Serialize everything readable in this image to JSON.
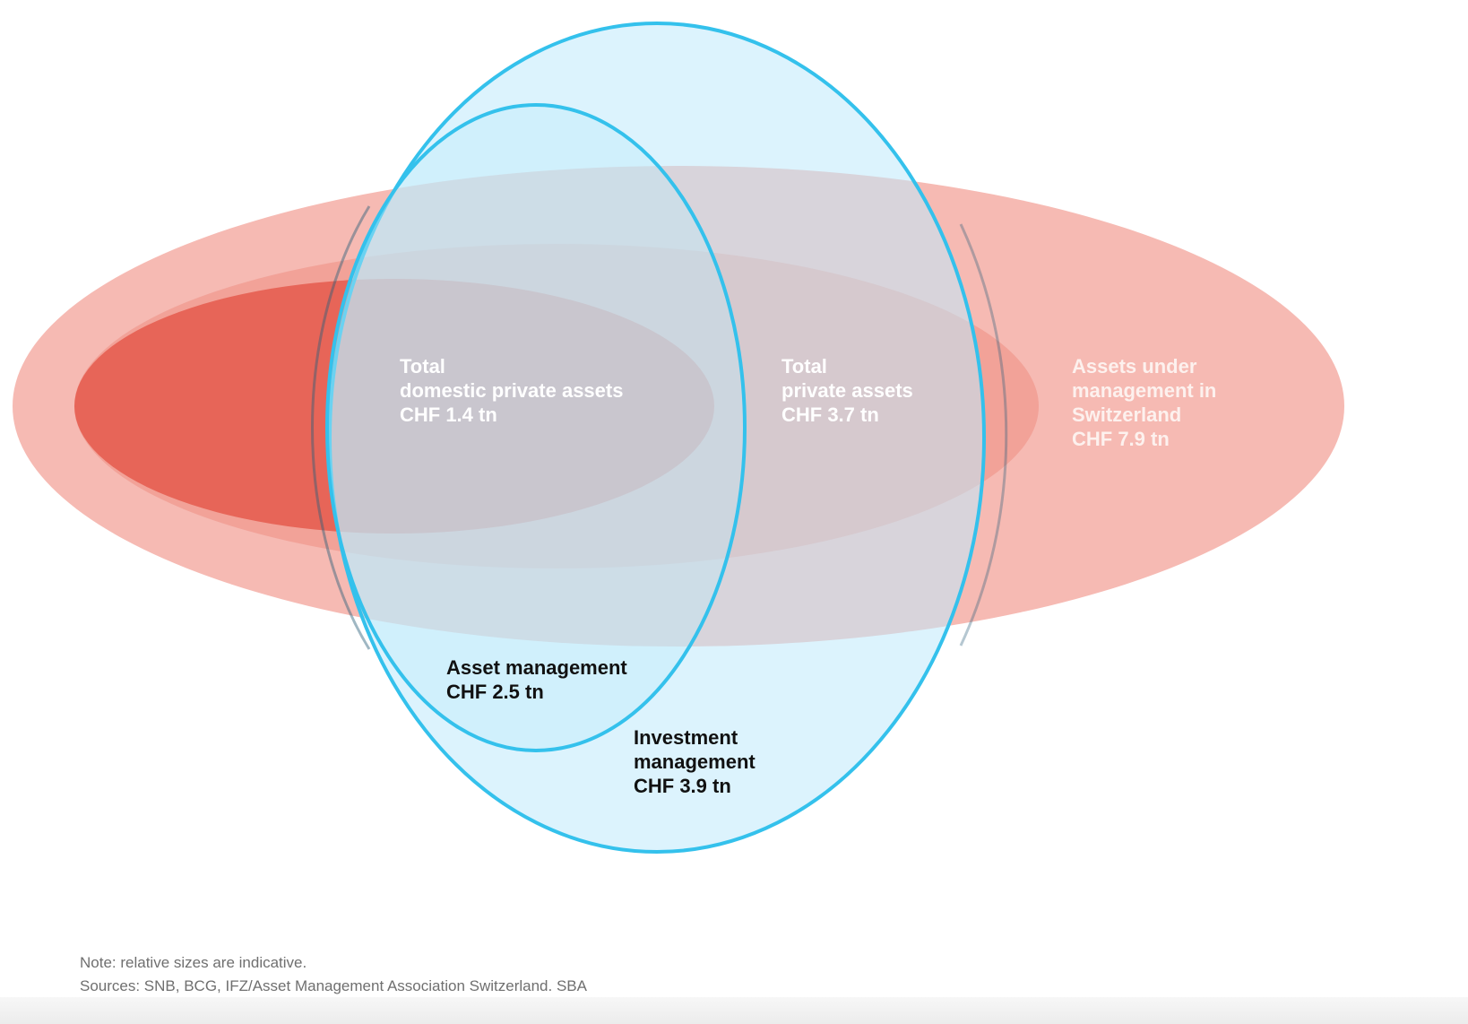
{
  "colors": {
    "coral_outer": "#f4a79d",
    "coral_mid": "#ee8a7e",
    "coral_inner": "#e55b4c",
    "blue_fill": "#bfeafb",
    "blue_stroke": "#34c1ec"
  },
  "regions": {
    "domestic": {
      "line1": "Total",
      "line2": "domestic private assets",
      "value": "CHF 1.4 tn"
    },
    "private": {
      "line1": "Total",
      "line2": "private assets",
      "value": "CHF 3.7 tn"
    },
    "aum": {
      "line1": "Assets under",
      "line2": "management in",
      "line3": "Switzerland",
      "value": "CHF 7.9 tn"
    },
    "asset_management": {
      "line1": "Asset management",
      "value": "CHF 2.5 tn"
    },
    "investment_management": {
      "line1": "Investment",
      "line2": "management",
      "value": "CHF 3.9 tn"
    }
  },
  "footer": {
    "note": "Note: relative sizes are indicative.",
    "sources": "Sources: SNB, BCG, IFZ/Asset Management Association Switzerland. SBA"
  }
}
